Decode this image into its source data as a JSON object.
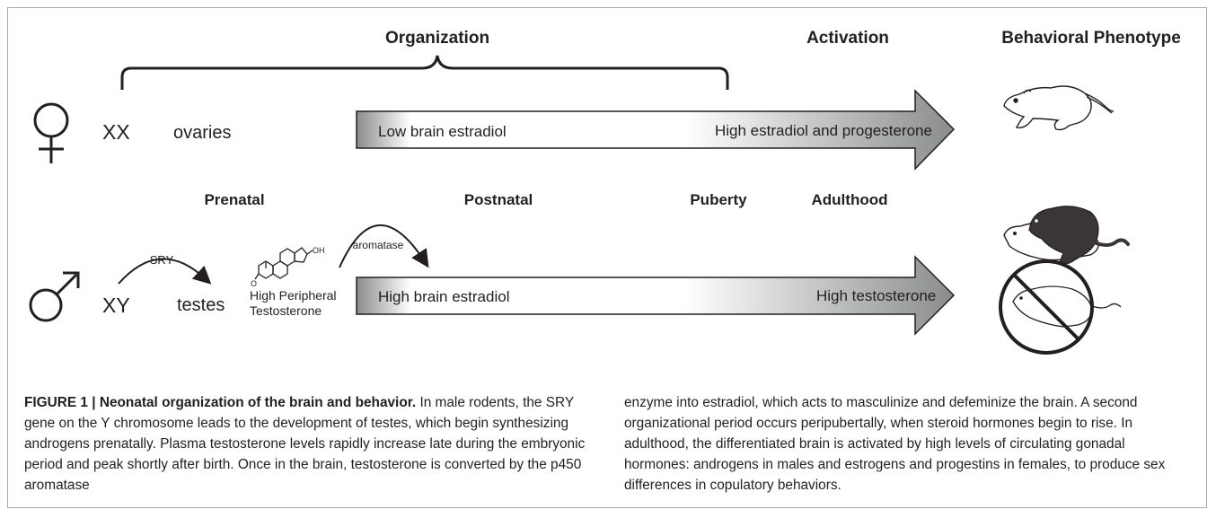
{
  "header": {
    "organization": "Organization",
    "activation": "Activation",
    "behavioral_phenotype": "Behavioral Phenotype"
  },
  "female": {
    "chromosomes": "XX",
    "gonads": "ovaries",
    "arrow_left_text": "Low brain estradiol",
    "arrow_right_text": "High estradiol and progesterone"
  },
  "stages": {
    "prenatal": "Prenatal",
    "postnatal": "Postnatal",
    "puberty": "Puberty",
    "adulthood": "Adulthood"
  },
  "male": {
    "chromosomes": "XY",
    "sry": "SRY",
    "gonads": "testes",
    "aromatase": "aromatase",
    "steroid_oh": "OH",
    "steroid_o": "O",
    "peripheral_line1": "High Peripheral",
    "peripheral_line2": "Testosterone",
    "arrow_left_text": "High brain estradiol",
    "arrow_right_text": "High testosterone"
  },
  "caption": {
    "title": "FIGURE 1 | Neonatal organization of the brain and behavior.",
    "left_text": "In male rodents, the SRY gene on the Y chromosome leads to the development of testes, which begin synthesizing androgens prenatally. Plasma testosterone levels rapidly increase late during the embryonic period and peak shortly after birth. Once in the brain, testosterone is converted by the p450 aromatase",
    "right_text": "enzyme into estradiol, which acts to masculinize and defeminize the brain. A second organizational period occurs peripubertally, when steroid hormones begin to rise. In adulthood, the differentiated brain is activated by high levels of circulating gonadal hormones: androgens in males and estrogens and progestins in females, to produce sex differences in copulatory behaviors."
  },
  "colors": {
    "ink": "#231f20",
    "arrow_dark": "#8a8c8e",
    "frame": "#a7a9ac"
  },
  "icons": [
    "female-symbol-icon",
    "male-symbol-icon",
    "rat-icon",
    "mounting-rats-icon",
    "prohibited-rat-icon",
    "steroid-molecule-icon"
  ]
}
